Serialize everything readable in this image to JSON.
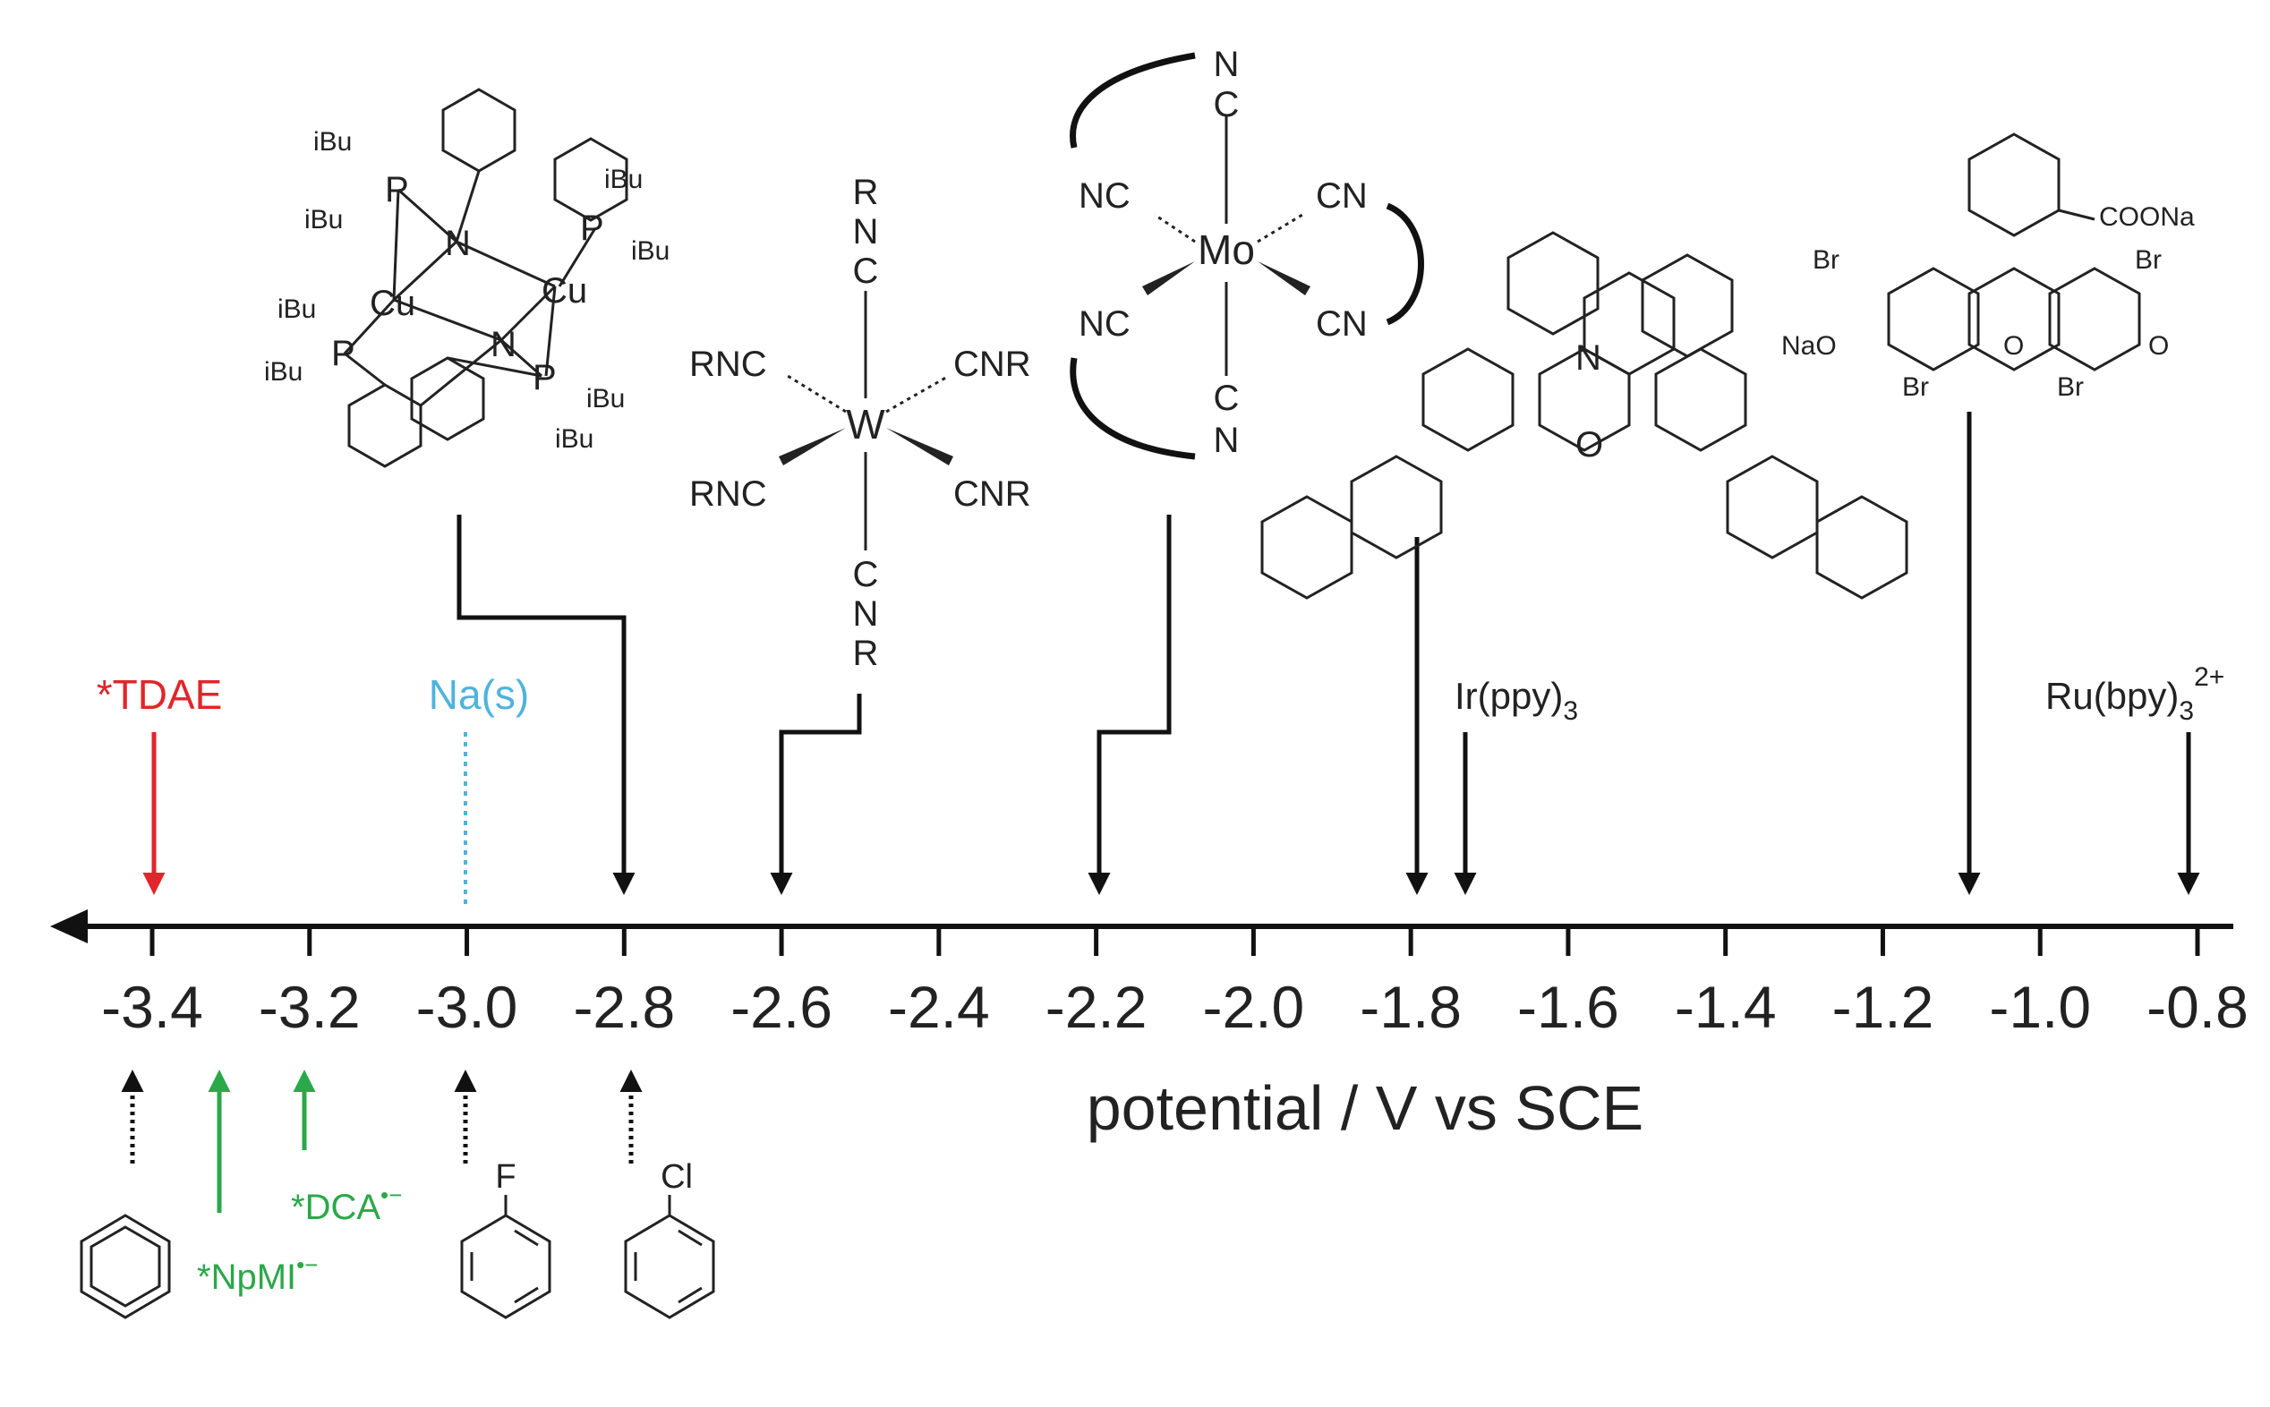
{
  "axis": {
    "title": "potential / V vs SCE",
    "ticks": [
      "-3.4",
      "-3.2",
      "-3.0",
      "-2.8",
      "-2.6",
      "-2.4",
      "-2.2",
      "-2.0",
      "-1.8",
      "-1.6",
      "-1.4",
      "-1.2",
      "-1.0",
      "-0.8"
    ]
  },
  "reductants": {
    "tdae": "*TDAE",
    "sodium": "Na(s)",
    "irppy": "Ir(ppy)",
    "irppy_sub": "3",
    "rubpy": "Ru(bpy)",
    "rubpy_sub": "3",
    "rubpy_sup": "2+"
  },
  "substrates": {
    "npmi": "*NpMI",
    "npmi_sup": "•−",
    "dca": "*DCA",
    "dca_sup": "•−",
    "fluoro": "F",
    "chloro": "Cl"
  },
  "complexes": {
    "cu_ibu": "iBu",
    "cu_metal": "Cu",
    "cu_p": "P",
    "cu_n": "N",
    "w_metal": "W",
    "w_rnc": "RNC",
    "w_cnr": "CNR",
    "w_r": "R",
    "w_n": "N",
    "w_c": "C",
    "mo_metal": "Mo",
    "mo_nc": "NC",
    "mo_cn": "CN",
    "mo_n": "N",
    "mo_c": "C",
    "ox_n": "N",
    "ox_o": "O",
    "eo_coona": "COONa",
    "eo_br": "Br",
    "eo_nao": "NaO",
    "eo_o": "O"
  },
  "colors": {
    "axis": "#111111",
    "tdae": "#e0262b",
    "sodium": "#4fb3dc",
    "green": "#2aa84a",
    "black": "#111111"
  }
}
